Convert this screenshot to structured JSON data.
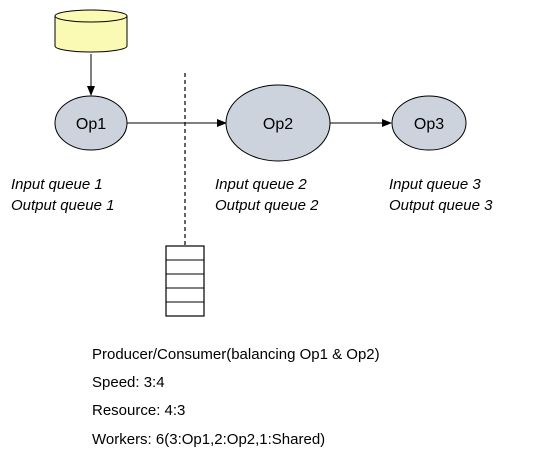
{
  "nodes": {
    "op1": {
      "label": "Op1"
    },
    "op2": {
      "label": "Op2"
    },
    "op3": {
      "label": "Op3"
    }
  },
  "queues": {
    "op1": {
      "input": "Input queue 1",
      "output": "Output queue 1"
    },
    "op2": {
      "input": "Input queue 2",
      "output": "Output queue 2"
    },
    "op3": {
      "input": "Input queue 3",
      "output": "Output queue 3"
    }
  },
  "info": {
    "title": "Producer/Consumer(balancing Op1 & Op2)",
    "speed": "Speed: 3:4",
    "resource": "Resource: 4:3",
    "workers": "Workers: 6(3:Op1,2:Op2,1:Shared)"
  },
  "colors": {
    "database_fill": "#fafab4",
    "operator_fill": "#cdd3dd",
    "stroke": "#000000"
  }
}
